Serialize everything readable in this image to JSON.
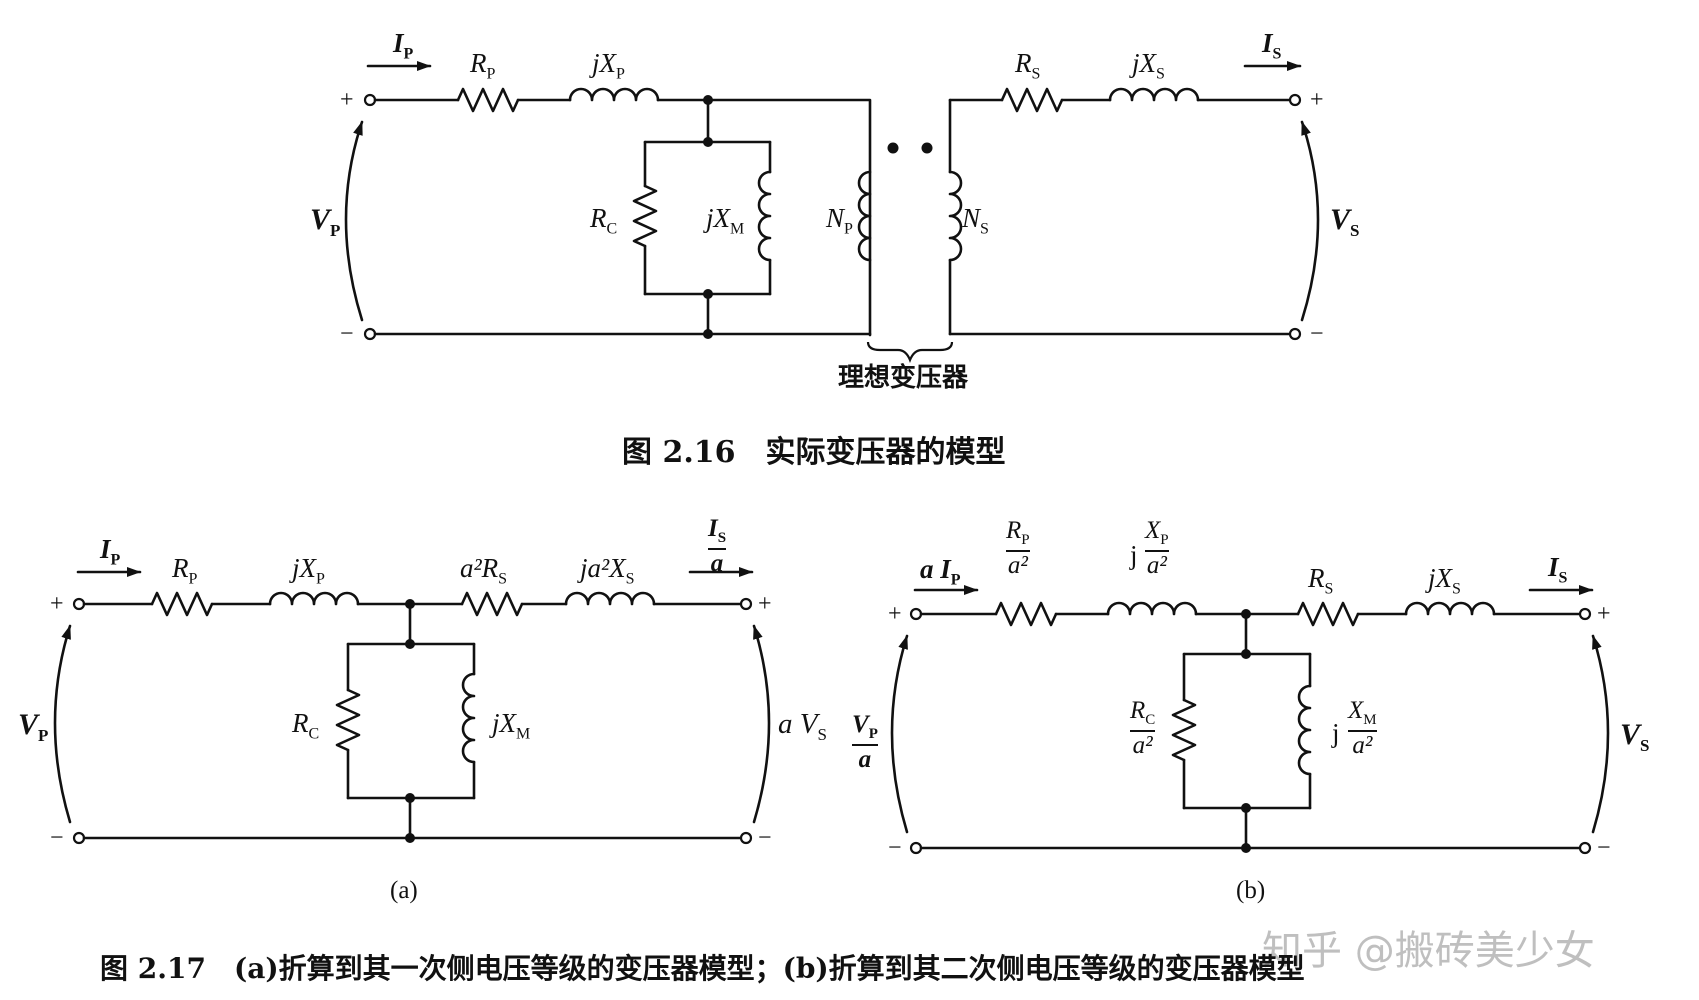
{
  "fig216": {
    "labels": {
      "Ip": "I",
      "Ip_sub": "P",
      "Rp": "R",
      "Rp_sub": "P",
      "jXp": "jX",
      "jXp_sub": "P",
      "Rs": "R",
      "Rs_sub": "S",
      "jXs": "jX",
      "jXs_sub": "S",
      "Is": "I",
      "Is_sub": "S",
      "Vp": "V",
      "Vp_sub": "P",
      "Vs": "V",
      "Vs_sub": "S",
      "Rc": "R",
      "Rc_sub": "C",
      "jXm": "jX",
      "jXm_sub": "M",
      "Np": "N",
      "Np_sub": "P",
      "Ns": "N",
      "Ns_sub": "S",
      "plus": "+",
      "minus": "−"
    },
    "ideal_label": "理想变压器",
    "caption": "图 2.16　实际变压器的模型"
  },
  "fig217a": {
    "labels": {
      "Ip": "I",
      "Ip_sub": "P",
      "Rp": "R",
      "Rp_sub": "P",
      "jXp": "jX",
      "jXp_sub": "P",
      "a2Rs": "a²R",
      "a2Rs_sub": "S",
      "ja2Xs": "ja²X",
      "ja2Xs_sub": "S",
      "Is_num": "I",
      "Is_num_sub": "S",
      "Is_den": "a",
      "Vp": "V",
      "Vp_sub": "P",
      "aVs": "a V",
      "aVs_sub": "S",
      "Rc": "R",
      "Rc_sub": "C",
      "jXm": "jX",
      "jXm_sub": "M"
    },
    "sublabel": "(a)"
  },
  "fig217b": {
    "labels": {
      "aIp": "a I",
      "aIp_sub": "P",
      "Rp_num": "R",
      "Rp_num_sub": "P",
      "Rp_den": "a²",
      "jXp_j": "j",
      "jXp_num": "X",
      "jXp_num_sub": "P",
      "jXp_den": "a²",
      "Rs": "R",
      "Rs_sub": "S",
      "jXs": "jX",
      "jXs_sub": "S",
      "Is": "I",
      "Is_sub": "S",
      "Vp_num": "V",
      "Vp_num_sub": "P",
      "Vp_den": "a",
      "Vs": "V",
      "Vs_sub": "S",
      "Rc_num": "R",
      "Rc_num_sub": "C",
      "Rc_den": "a²",
      "jXm_j": "j",
      "jXm_num": "X",
      "jXm_num_sub": "M",
      "jXm_den": "a²"
    },
    "sublabel": "(b)"
  },
  "caption217": "图 2.17　(a)折算到其一次侧电压等级的变压器模型；(b)折算到其二次侧电压等级的变压器模型",
  "watermark": "知乎 @搬砖美少女"
}
